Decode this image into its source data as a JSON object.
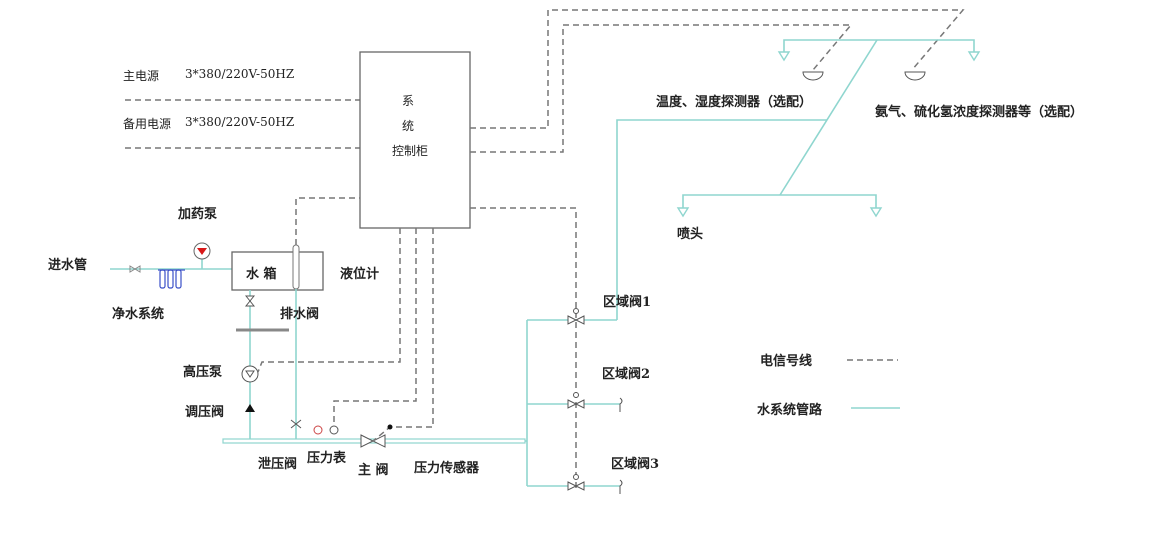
{
  "power": {
    "main_label": "主电源",
    "main_spec": "3*380/220V-50HZ",
    "backup_label": "备用电源",
    "backup_spec": "3*380/220V-50HZ"
  },
  "cabinet": {
    "line1": "系",
    "line2": "统",
    "line3": "控制柜"
  },
  "labels": {
    "inlet_pipe": "进水管",
    "dosing_pump": "加药泵",
    "water_purification": "净水系统",
    "water_tank": "水 箱",
    "level_gauge": "液位计",
    "drain_valve": "排水阀",
    "high_pressure_pump": "高压泵",
    "pressure_regulating_valve": "调压阀",
    "relief_valve": "泄压阀",
    "pressure_gauge": "压力表",
    "main_valve": "主 阀",
    "pressure_sensor": "压力传感器",
    "zone_valve_1": "区域阀1",
    "zone_valve_2": "区域阀2",
    "zone_valve_3": "区域阀3",
    "temp_humidity_detector": "温度、湿度探测器（选配）",
    "gas_detector": "氨气、硫化氢浓度探测器等（选配）",
    "nozzle": "喷头"
  },
  "legend": {
    "signal_line": "电信号线",
    "water_pipe": "水系统管路"
  },
  "colors": {
    "pipe": "#8fd6cf",
    "signal": "#777777",
    "filter": "#3a4fc8",
    "pump_indicator": "#d81818"
  }
}
